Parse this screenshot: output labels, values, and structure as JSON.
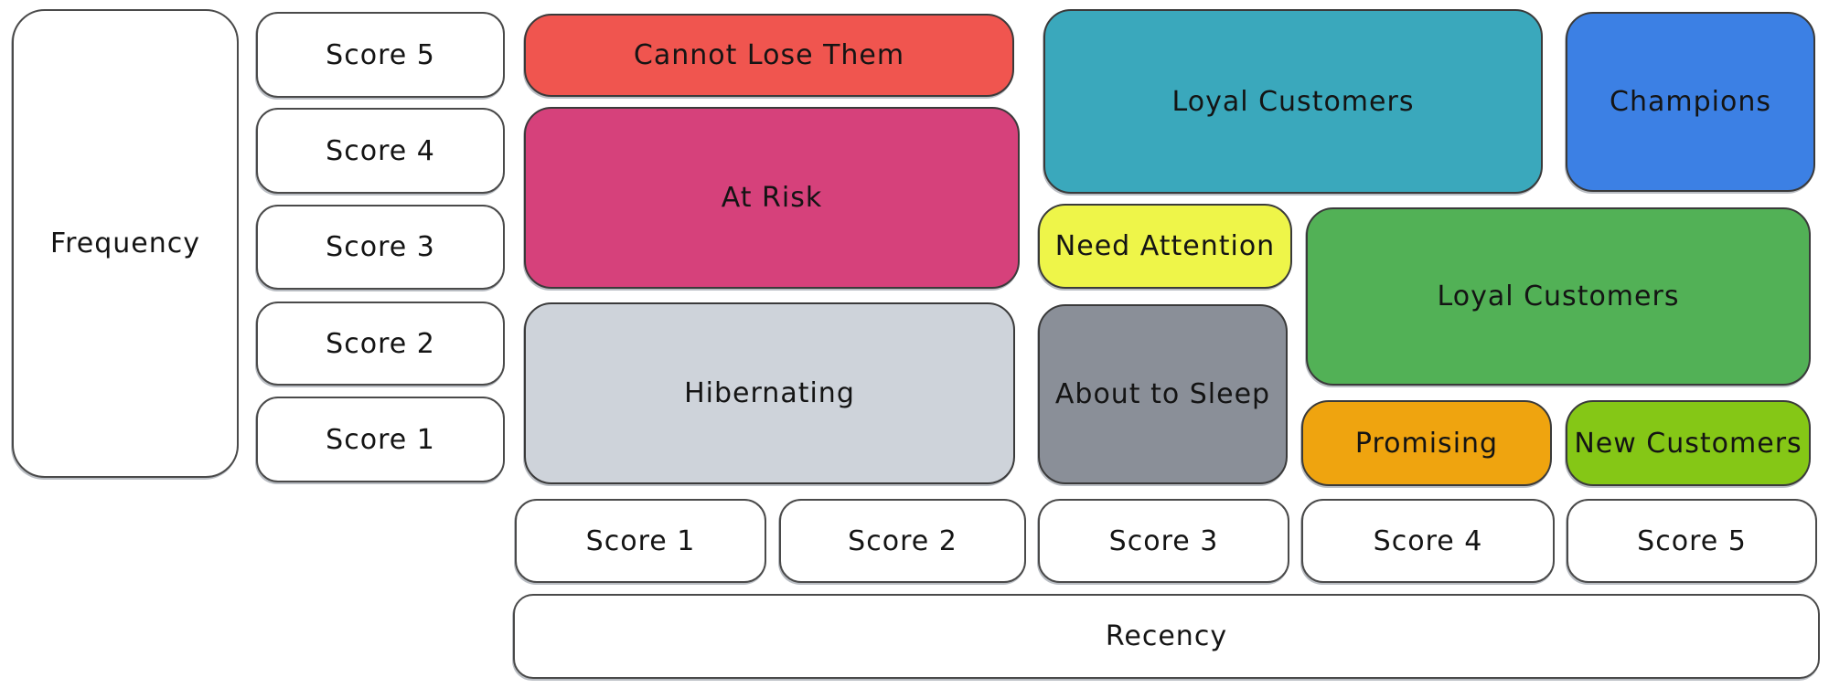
{
  "diagram": {
    "type": "rfm-customer-segmentation-matrix",
    "y_axis": {
      "label": "Frequency",
      "scores": [
        "Score 5",
        "Score 4",
        "Score 3",
        "Score 2",
        "Score 1"
      ]
    },
    "x_axis": {
      "label": "Recency",
      "scores": [
        "Score 1",
        "Score 2",
        "Score 3",
        "Score 4",
        "Score 5"
      ]
    },
    "segments": [
      {
        "label": "Cannot Lose Them",
        "color": "#f0554f",
        "recency_scores": "1-2",
        "frequency_scores": "5"
      },
      {
        "label": "At Risk",
        "color": "#d6417b",
        "recency_scores": "1-2",
        "frequency_scores": "3-4"
      },
      {
        "label": "Hibernating",
        "color": "#ced3da",
        "recency_scores": "1-2",
        "frequency_scores": "1-2"
      },
      {
        "label": "Loyal Customers",
        "color": "#3aa8bc",
        "recency_scores": "3-4",
        "frequency_scores": "4-5"
      },
      {
        "label": "Champions",
        "color": "#3c80e4",
        "recency_scores": "5",
        "frequency_scores": "4-5"
      },
      {
        "label": "Need Attention",
        "color": "#eef549",
        "recency_scores": "3",
        "frequency_scores": "3"
      },
      {
        "label": "About to Sleep",
        "color": "#8a8f98",
        "recency_scores": "3",
        "frequency_scores": "1-2"
      },
      {
        "label": "Loyal Customers",
        "color": "#52b156",
        "recency_scores": "4-5",
        "frequency_scores": "2-3"
      },
      {
        "label": "Promising",
        "color": "#efa40f",
        "recency_scores": "4",
        "frequency_scores": "1"
      },
      {
        "label": "New Customers",
        "color": "#85c716",
        "recency_scores": "5",
        "frequency_scores": "1"
      }
    ]
  }
}
